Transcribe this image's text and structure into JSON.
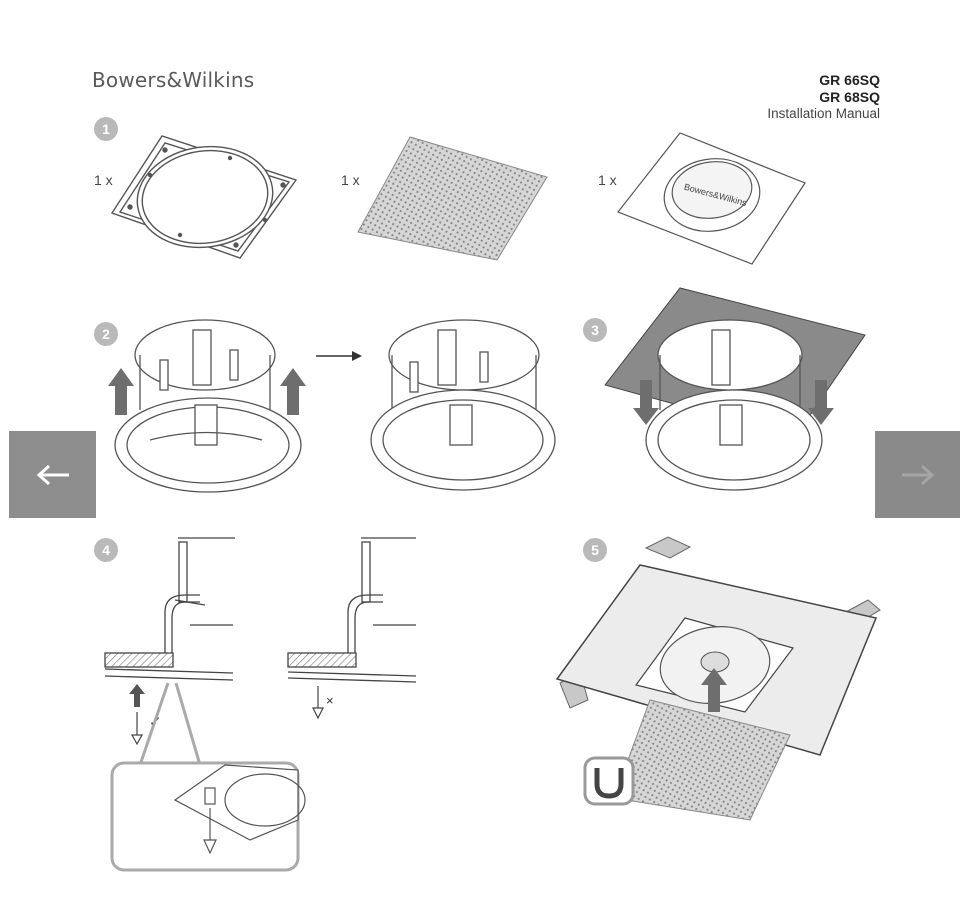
{
  "header": {
    "brand": "Bowers&Wilkins",
    "model_1": "GR 66SQ",
    "model_2": "GR 68SQ",
    "subtitle": "Installation Manual"
  },
  "steps": [
    "1",
    "2",
    "3",
    "4",
    "5"
  ],
  "parts": [
    {
      "qty": "1 x",
      "icon": "mounting-frame"
    },
    {
      "qty": "1 x",
      "icon": "grille"
    },
    {
      "qty": "1 x",
      "icon": "template",
      "label": "Bowers&Wilkins"
    }
  ],
  "navigation": {
    "prev_icon": "arrow-left-icon",
    "next_icon": "arrow-right-icon"
  },
  "colors": {
    "step_badge": "#b9b9b9",
    "nav_button": "#8d8d8d",
    "line_art": "#555555",
    "arrow": "#6e6e6e"
  },
  "marks": {
    "correct": "✓",
    "incorrect": "×"
  }
}
